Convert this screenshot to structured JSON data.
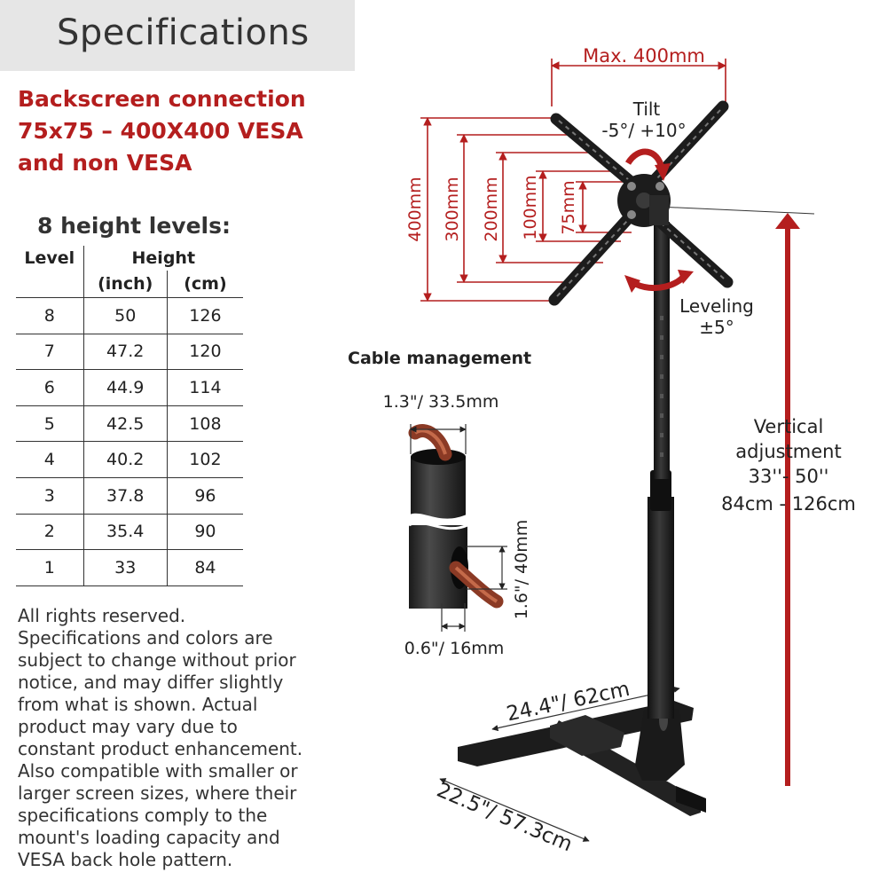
{
  "header": {
    "title": "Specifications"
  },
  "vesa": {
    "lines": [
      "Backscreen connection",
      "75x75 – 400X400 VESA",
      "and non VESA"
    ]
  },
  "levels": {
    "title": "8 height levels:",
    "col_level": "Level",
    "col_height": "Height",
    "col_inch": "(inch)",
    "col_cm": "(cm)",
    "rows": [
      {
        "level": "8",
        "inch": "50",
        "cm": "126"
      },
      {
        "level": "7",
        "inch": "47.2",
        "cm": "120"
      },
      {
        "level": "6",
        "inch": "44.9",
        "cm": "114"
      },
      {
        "level": "5",
        "inch": "42.5",
        "cm": "108"
      },
      {
        "level": "4",
        "inch": "40.2",
        "cm": "102"
      },
      {
        "level": "3",
        "inch": "37.8",
        "cm": "96"
      },
      {
        "level": "2",
        "inch": "35.4",
        "cm": "90"
      },
      {
        "level": "1",
        "inch": "33",
        "cm": "84"
      }
    ]
  },
  "disclaimer": {
    "lines": [
      "All rights reserved.",
      "Specifications and colors are",
      "subject to change without prior",
      "notice, and may differ slightly",
      "from what is shown. Actual",
      "product may vary due to",
      "constant product enhancement.",
      "Also compatible with smaller or",
      "larger screen sizes, where their",
      "specifications comply to the",
      "mount's loading capacity and",
      "VESA back hole pattern."
    ]
  },
  "diagram": {
    "max_width": "Max. 400mm",
    "tilt_label": "Tilt",
    "tilt_range": "-5°/ +10°",
    "dim_400": "400mm",
    "dim_300": "300mm",
    "dim_200": "200mm",
    "dim_100": "100mm",
    "dim_75": "75mm",
    "leveling_label": "Leveling",
    "leveling_range": "±5°",
    "cable_title": "Cable management",
    "cable_top_dim": "1.3\"/ 33.5mm",
    "cable_side_dim": "1.6\"/ 40mm",
    "cable_bottom_dim": "0.6\"/ 16mm",
    "vertical_lines": [
      "Vertical",
      "adjustment",
      "33''- 50''",
      "84cm - 126cm"
    ],
    "base_width": "24.4\"/ 62cm",
    "base_depth": "22.5\"/ 57.3cm"
  },
  "colors": {
    "accent": "#b41e1e",
    "header_bg": "#e6e6e6",
    "stand": "#1c1c1c"
  }
}
